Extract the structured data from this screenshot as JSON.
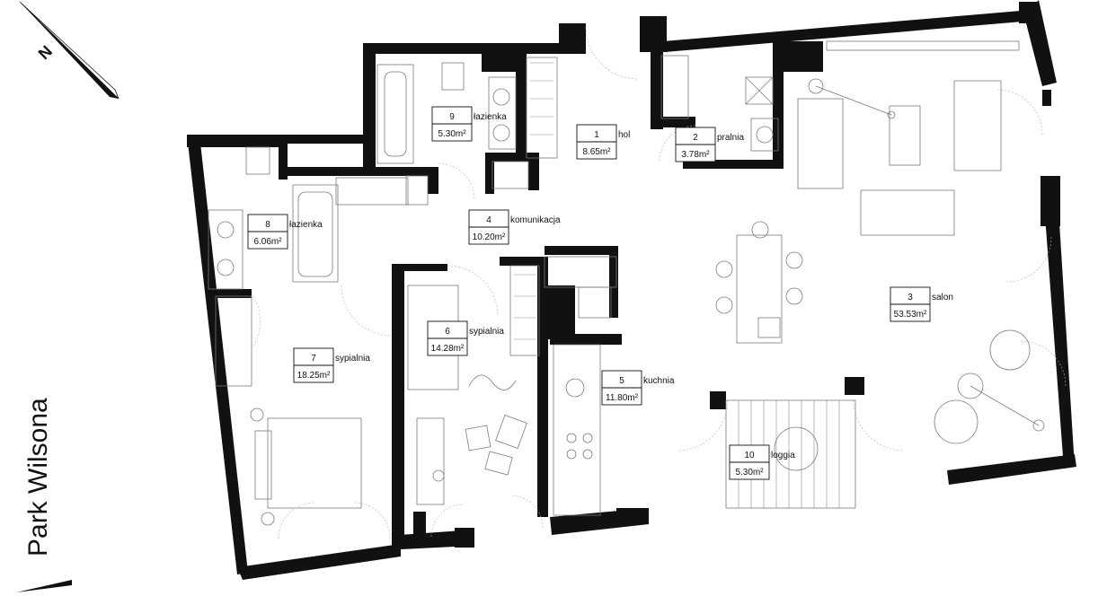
{
  "street_label": "Park Wilsona",
  "north_label": "N",
  "rooms": [
    {
      "id": "hol",
      "number": "1",
      "name": "hol",
      "area": "8.65m²"
    },
    {
      "id": "pralnia",
      "number": "2",
      "name": "pralnia",
      "area": "3.78m²"
    },
    {
      "id": "salon",
      "number": "3",
      "name": "salon",
      "area": "53.53m²"
    },
    {
      "id": "komunikacja",
      "number": "4",
      "name": "komunikacja",
      "area": "10.20m²"
    },
    {
      "id": "kuchnia",
      "number": "5",
      "name": "kuchnia",
      "area": "11.80m²"
    },
    {
      "id": "sypialnia-6",
      "number": "6",
      "name": "sypialnia",
      "area": "14.28m²"
    },
    {
      "id": "sypialnia-7",
      "number": "7",
      "name": "sypialnia",
      "area": "18.25m²"
    },
    {
      "id": "lazienka-8",
      "number": "8",
      "name": "łazienka",
      "area": "6.06m²"
    },
    {
      "id": "lazienka-9",
      "number": "9",
      "name": "łazienka",
      "area": "5.30m²"
    },
    {
      "id": "loggia",
      "number": "10",
      "name": "loggia",
      "area": "5.30m²"
    }
  ]
}
